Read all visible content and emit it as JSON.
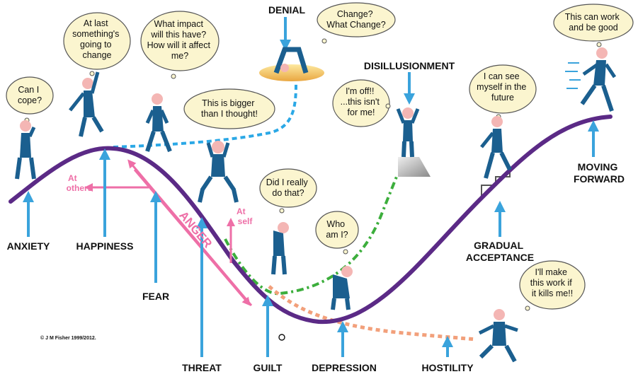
{
  "stages": {
    "anxiety": "ANXIETY",
    "happiness": "HAPPINESS",
    "fear": "FEAR",
    "threat": "THREAT",
    "guilt": "GUILT",
    "depression": "DEPRESSION",
    "hostility": "HOSTILITY",
    "denial": "DENIAL",
    "disillusionment": "DISILLUSIONMENT",
    "gradual_acceptance_1": "GRADUAL",
    "gradual_acceptance_2": "ACCEPTANCE",
    "moving_forward_1": "MOVING",
    "moving_forward_2": "FORWARD"
  },
  "bubbles": {
    "anxiety": [
      "Can I",
      "cope?"
    ],
    "happiness": [
      "At last",
      "something's",
      "going to",
      "change"
    ],
    "fear": [
      "What impact",
      "will this have?",
      "How will it affect",
      "me?"
    ],
    "threat": [
      "This is bigger",
      "than I thought!"
    ],
    "denial": [
      "Change?",
      "What Change?"
    ],
    "disillusionment": [
      "I'm off!!",
      "...this isn't",
      "for me!"
    ],
    "guilt": [
      "Did I really",
      "do that?"
    ],
    "depression": [
      "Who",
      "am I?"
    ],
    "gradual_acceptance": [
      "I can see",
      "myself in the",
      "future"
    ],
    "moving_forward": [
      "This can work",
      "and be good"
    ],
    "hostility": [
      "I'll make",
      "this work if",
      "it kills me!!"
    ]
  },
  "annotations": {
    "anger": "ANGER",
    "at_others_1": "At",
    "at_others_2": "others",
    "at_self_1": "At",
    "at_self_2": "self"
  },
  "copyright": "© J M Fisher 1999/2012.",
  "colors": {
    "curve": "#5b2a86",
    "arrow": "#3aa3dc",
    "anger": "#ee6fa7",
    "denial_path": "#2ba8e6",
    "disillusion_path": "#3cae3c",
    "hostility_path": "#f2a07b",
    "bubble_fill": "#fbf5cf",
    "figure": "#1b5f8f",
    "skin": "#f4b6b4"
  }
}
